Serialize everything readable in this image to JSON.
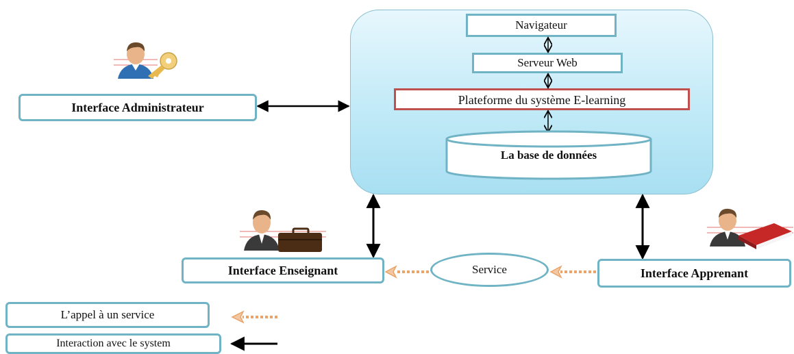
{
  "platform": {
    "navigateur": "Navigateur",
    "serveur_web": "Serveur Web",
    "plateforme": "Plateforme du système E-learning",
    "base_de_donnees": "La base de données"
  },
  "interfaces": {
    "administrateur": "Interface Administrateur",
    "enseignant": "Interface Enseignant",
    "apprenant": "Interface Apprenant"
  },
  "service": "Service",
  "legend": {
    "appel_service": "L’appel à un service",
    "interaction": "Interaction avec le system"
  },
  "colors": {
    "box_border": "#6fb3c4",
    "platform_fill": "#c4ebf8",
    "plateforme_border": "#c0504d",
    "dashed_arrow": "#e8a46a"
  }
}
